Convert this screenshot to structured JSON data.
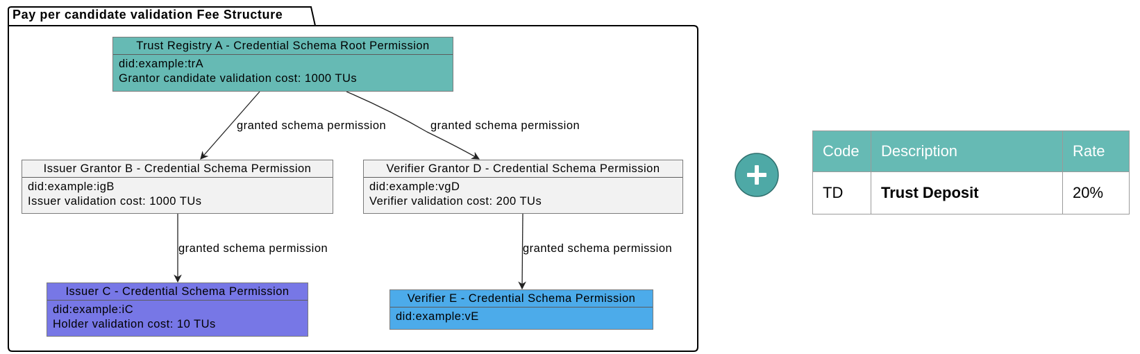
{
  "package": {
    "title": "Pay per candidate validation Fee Structure"
  },
  "nodes": {
    "root": {
      "title": "Trust Registry A - Credential Schema Root Permission",
      "lines": [
        "did:example:trA",
        "Grantor candidate validation cost: 1000 TUs"
      ],
      "color": "#66bab4"
    },
    "issuer_grantor": {
      "title": "Issuer Grantor B - Credential Schema Permission",
      "lines": [
        "did:example:igB",
        "Issuer validation cost: 1000 TUs"
      ],
      "color": "#f2f2f2"
    },
    "verifier_grantor": {
      "title": "Verifier Grantor D - Credential Schema Permission",
      "lines": [
        "did:example:vgD",
        "Verifier validation cost: 200 TUs"
      ],
      "color": "#f2f2f2"
    },
    "issuer": {
      "title": "Issuer C - Credential Schema Permission",
      "lines": [
        "did:example:iC",
        "Holder validation cost: 10 TUs"
      ],
      "color": "#7777e6"
    },
    "verifier": {
      "title": "Verifier E - Credential Schema Permission",
      "lines": [
        "did:example:vE"
      ],
      "color": "#4cabea"
    }
  },
  "edges": [
    {
      "from": "root",
      "to": "issuer_grantor",
      "label": "granted schema permission"
    },
    {
      "from": "root",
      "to": "verifier_grantor",
      "label": "granted schema permission"
    },
    {
      "from": "issuer_grantor",
      "to": "issuer",
      "label": "granted schema permission"
    },
    {
      "from": "verifier_grantor",
      "to": "verifier",
      "label": "granted schema permission"
    }
  ],
  "plus_icon": {
    "name": "plus-icon",
    "color": "#4ea9a6"
  },
  "fee_table": {
    "headers": [
      "Code",
      "Description",
      "Rate"
    ],
    "rows": [
      {
        "code": "TD",
        "description": "Trust Deposit",
        "rate": "20%"
      }
    ],
    "header_color": "#66bab4"
  }
}
